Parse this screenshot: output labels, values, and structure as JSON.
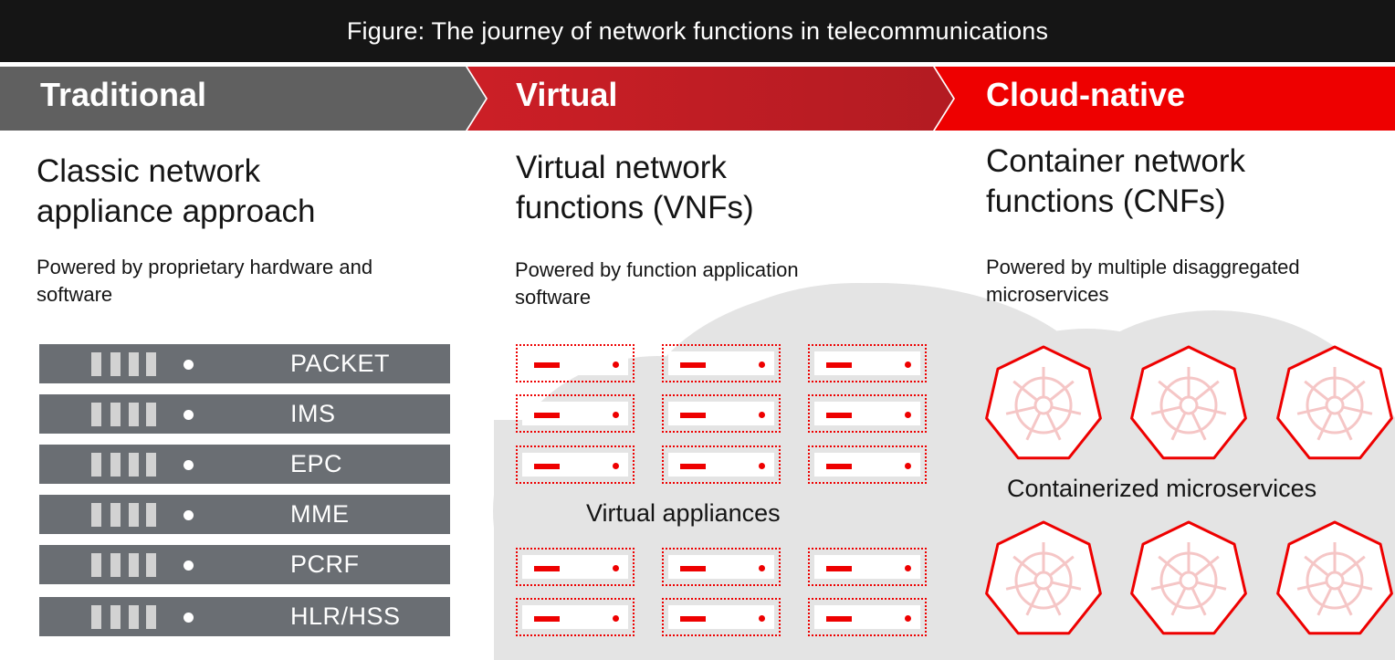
{
  "figure_title": "Figure: The journey of network functions in telecommunications",
  "stages": [
    {
      "label": "Traditional",
      "color": "#606060"
    },
    {
      "label": "Virtual",
      "color": "#be1c24"
    },
    {
      "label": "Cloud-native",
      "color": "#ee0000"
    }
  ],
  "traditional": {
    "title_line1": "Classic network",
    "title_line2": "appliance approach",
    "subtitle_line1": "Powered by proprietary hardware and",
    "subtitle_line2": "software",
    "appliances": [
      "PACKET",
      "IMS",
      "EPC",
      "MME",
      "PCRF",
      "HLR/HSS"
    ]
  },
  "virtual": {
    "title_line1": "Virtual network",
    "title_line2": "functions (VNFs)",
    "subtitle_line1": "Powered by function application",
    "subtitle_line2": "software",
    "group_label": "Virtual appliances",
    "appliance_icon": "virtual-server-icon"
  },
  "cloud_native": {
    "title_line1": "Container network",
    "title_line2": "functions (CNFs)",
    "subtitle_line1": "Powered by multiple disaggregated",
    "subtitle_line2": "microservices",
    "group_label": "Containerized microservices",
    "container_icon": "kubernetes-helm-icon"
  },
  "colors": {
    "accent_red": "#ee0000",
    "dark_red": "#be1c24",
    "gray": "#606060",
    "cloud_gray": "#e4e4e4"
  }
}
